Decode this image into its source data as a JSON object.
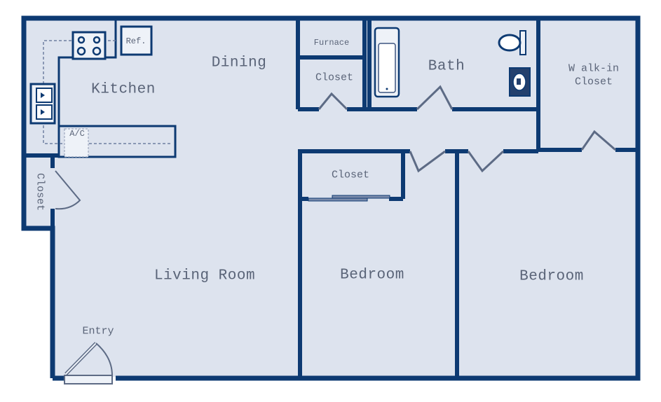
{
  "colors": {
    "wall": "#0d3a72",
    "floor": "#dde3ee",
    "fixture_fill": "#eef2f8",
    "label": "#5a6478",
    "door": "#5d6b85"
  },
  "rooms": {
    "kitchen": "Kitchen",
    "dining": "Dining",
    "furnace": "Furnace",
    "closet_hall": "Closet",
    "bath": "Bath",
    "walk_in_closet": "W alk-in\nCloset",
    "closet_entry": "Closet",
    "living_room": "Living Room",
    "closet_bedroom": "Closet",
    "bedroom_1": "Bedroom",
    "bedroom_2": "Bedroom",
    "entry": "Entry"
  },
  "fixtures": {
    "refrigerator": "Ref.",
    "ac": "A/C"
  }
}
